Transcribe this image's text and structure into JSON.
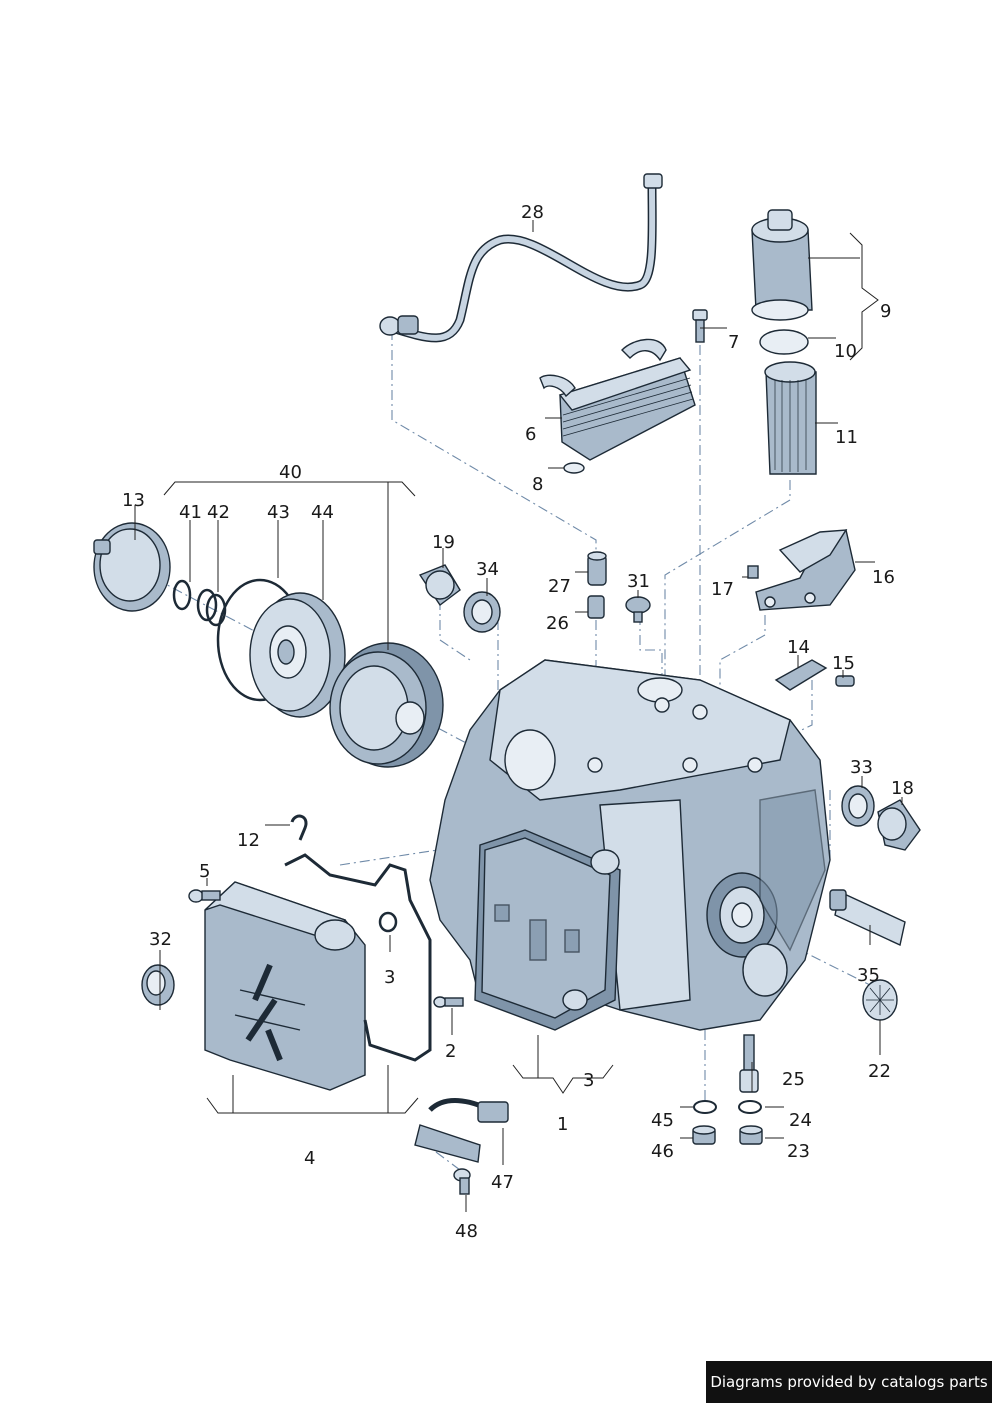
{
  "footer": {
    "credit": "Diagrams provided by catalogs parts"
  },
  "callouts": [
    {
      "id": "1",
      "label": "1"
    },
    {
      "id": "2",
      "label": "2"
    },
    {
      "id": "3a",
      "label": "3"
    },
    {
      "id": "3b",
      "label": "3"
    },
    {
      "id": "4",
      "label": "4"
    },
    {
      "id": "5",
      "label": "5"
    },
    {
      "id": "6",
      "label": "6"
    },
    {
      "id": "7",
      "label": "7"
    },
    {
      "id": "8",
      "label": "8"
    },
    {
      "id": "9",
      "label": "9"
    },
    {
      "id": "10",
      "label": "10"
    },
    {
      "id": "11",
      "label": "11"
    },
    {
      "id": "12",
      "label": "12"
    },
    {
      "id": "13",
      "label": "13"
    },
    {
      "id": "14",
      "label": "14"
    },
    {
      "id": "15",
      "label": "15"
    },
    {
      "id": "16",
      "label": "16"
    },
    {
      "id": "17",
      "label": "17"
    },
    {
      "id": "18",
      "label": "18"
    },
    {
      "id": "19",
      "label": "19"
    },
    {
      "id": "22",
      "label": "22"
    },
    {
      "id": "23",
      "label": "23"
    },
    {
      "id": "24",
      "label": "24"
    },
    {
      "id": "25",
      "label": "25"
    },
    {
      "id": "26",
      "label": "26"
    },
    {
      "id": "27",
      "label": "27"
    },
    {
      "id": "28",
      "label": "28"
    },
    {
      "id": "31",
      "label": "31"
    },
    {
      "id": "32",
      "label": "32"
    },
    {
      "id": "33",
      "label": "33"
    },
    {
      "id": "34",
      "label": "34"
    },
    {
      "id": "35",
      "label": "35"
    },
    {
      "id": "40",
      "label": "40"
    },
    {
      "id": "41",
      "label": "41"
    },
    {
      "id": "42",
      "label": "42"
    },
    {
      "id": "43",
      "label": "43"
    },
    {
      "id": "44",
      "label": "44"
    },
    {
      "id": "45",
      "label": "45"
    },
    {
      "id": "46",
      "label": "46"
    },
    {
      "id": "47",
      "label": "47"
    },
    {
      "id": "48",
      "label": "48"
    }
  ]
}
